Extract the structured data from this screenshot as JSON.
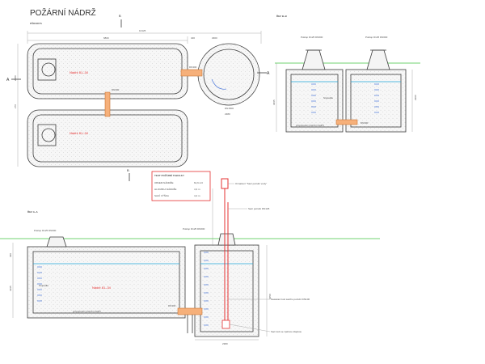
{
  "drawing": {
    "title": "POŽÁRNÍ NÁDRŽ",
    "plan_caption": "PŮDORYS",
    "section_bb_caption": "ŘEZ B–B",
    "section_aa_caption": "ŘEZ A–A",
    "cut_marker_a": "A",
    "cut_marker_b": "B",
    "plan_labels": {
      "tank_top": "Nádrž 81–34",
      "tank_bottom": "Nádrž 81–34",
      "manhole_shaft": "DN300",
      "link": "DN300"
    },
    "section_bb_labels": {
      "cover_left": "Poklop D125 DN600",
      "cover_right": "Poklop D125 DN600",
      "ladder": "Stupadla",
      "pipe": "DN300",
      "connection": "propojovací potrubí nádrží"
    },
    "section_aa_labels": {
      "cover_left": "Poklop D125 DN600",
      "cover_mid": "Poklop D125 DN600",
      "ladder": "Stupadla",
      "tank": "Nádrž 81–34",
      "connection": "propojovací potrubí nádrží",
      "pipe": "DN300",
      "suction_sign": "Označení \"Sací potrubí vody\"",
      "suction_pipe": "Sací potrubí DN125",
      "suction_socket": "Nasávací koš sacího potrubí DN100",
      "inlet": "Sací koš se zpětnou klapkou"
    },
    "data_table": {
      "header": "TEXT POŽÁRNÍ TABULKY",
      "rows": [
        {
          "label": "OBJEM NÁDRŽE",
          "value": "61,6 m3"
        },
        {
          "label": "HLOUBKA NÁDRŽE",
          "value": "4,3 m"
        },
        {
          "label": "SACÍ VÝŠKA",
          "value": "4,4 m"
        }
      ]
    },
    "dimensions": {
      "overall_length": "10125",
      "tank_length": "6800",
      "gap": "400",
      "shaft_length": "2900",
      "tank_width": "2380",
      "shaft_diameter": "2380",
      "gap_between_tanks": "270",
      "shaft_opening": "DN1500",
      "aa_width": "2380",
      "aa_depth": "3050",
      "aa_left_height": "3265",
      "bb_width": "2900",
      "bb_depth": "3065"
    },
    "colors": {
      "line": "#3c3c3c",
      "water": "#22a7d8",
      "pipe_red": "#e53030",
      "ground": "#41c441",
      "connector": "#f6b07a",
      "ladder_blue": "#2e63d6"
    }
  }
}
